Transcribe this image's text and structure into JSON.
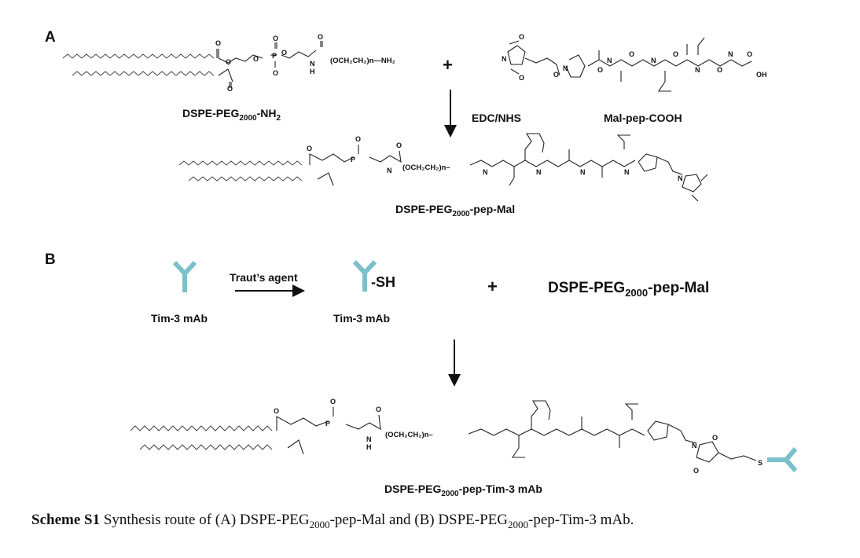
{
  "panels": {
    "a": "A",
    "b": "B"
  },
  "scheme_a": {
    "reactant_lipid": {
      "label_pre": "DSPE-PEG",
      "label_sub": "2000",
      "label_post": "-NH",
      "label_sub2": "2"
    },
    "plus": "+",
    "reactant_peptide": {
      "label": "Mal-pep-COOH"
    },
    "reagent": "EDC/NHS",
    "product": {
      "label_pre": "DSPE-PEG",
      "label_sub": "2000",
      "label_post": "-pep-Mal"
    },
    "atoms": {
      "oxygen": "O",
      "phosphorus": "P",
      "nitrogen": "N",
      "hydrogen": "H",
      "peg_amine": "(OCH₂CH₂)n—NH₂",
      "peg": "(OCH₂CH₂)n–",
      "acid": "OH"
    }
  },
  "scheme_b": {
    "antibody": {
      "label": "Tim-3 mAb"
    },
    "reagent": "Traut’s agent",
    "thiolated": {
      "label": "Tim-3 mAb",
      "sh": "-SH"
    },
    "plus": "+",
    "partner": {
      "label_pre": "DSPE-PEG",
      "label_sub": "2000",
      "label_post": "-pep-Mal"
    },
    "product": {
      "label_pre": "DSPE-PEG",
      "label_sub": "2000",
      "label_post": "-pep-Tim-3 mAb"
    },
    "atoms": {
      "peg": "(OCH₂CH₂)n–",
      "sulfur": "S"
    }
  },
  "caption": {
    "bold": "Scheme S1",
    "t1": " Synthesis route of (A) DSPE-PEG",
    "sub1": "2000",
    "t2": "-pep-Mal and (B) DSPE-PEG",
    "sub2": "2000",
    "t3": "-pep-Tim-3 mAb."
  },
  "colors": {
    "antibody": "#7cc0cc",
    "ink": "#111111"
  }
}
